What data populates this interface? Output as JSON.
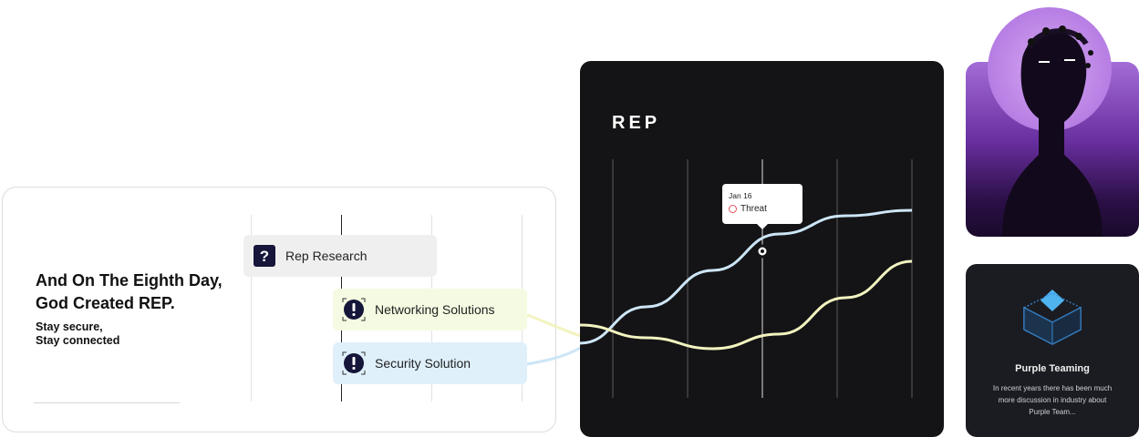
{
  "hero": {
    "headline": "And On The Eighth Day, God Created REP.",
    "tagline_line1": "Stay secure,",
    "tagline_line2": "Stay connected"
  },
  "services": [
    {
      "label": "Rep Research",
      "icon": "question-mark-icon"
    },
    {
      "label": "Networking Solutions",
      "icon": "alert-icon"
    },
    {
      "label": "Security Solution",
      "icon": "alert-icon"
    }
  ],
  "chart_card": {
    "logo_text": "REP",
    "tooltip_date": "Jan 16",
    "tooltip_series": "Threat",
    "colors": {
      "series_blue": "#cde6f7",
      "series_yellow": "#f3f3c0",
      "threat_dot": "#e8505b"
    }
  },
  "chart_data": {
    "type": "line",
    "series": [
      {
        "values": [
          0.15,
          0.35,
          0.55,
          0.75,
          0.85,
          0.88
        ]
      },
      {
        "values": [
          0.25,
          0.18,
          0.12,
          0.2,
          0.4,
          0.6
        ]
      }
    ],
    "highlight": {
      "label": "Jan 16",
      "series": "Threat"
    }
  },
  "feature_card": {
    "title": "Purple Teaming",
    "body": "In recent years there has been much more discussion in industry about Purple Team..."
  },
  "colors": {
    "accent_purple": "#8a4fc4",
    "card_dark": "#141416",
    "feature_dark": "#1b1c22"
  }
}
